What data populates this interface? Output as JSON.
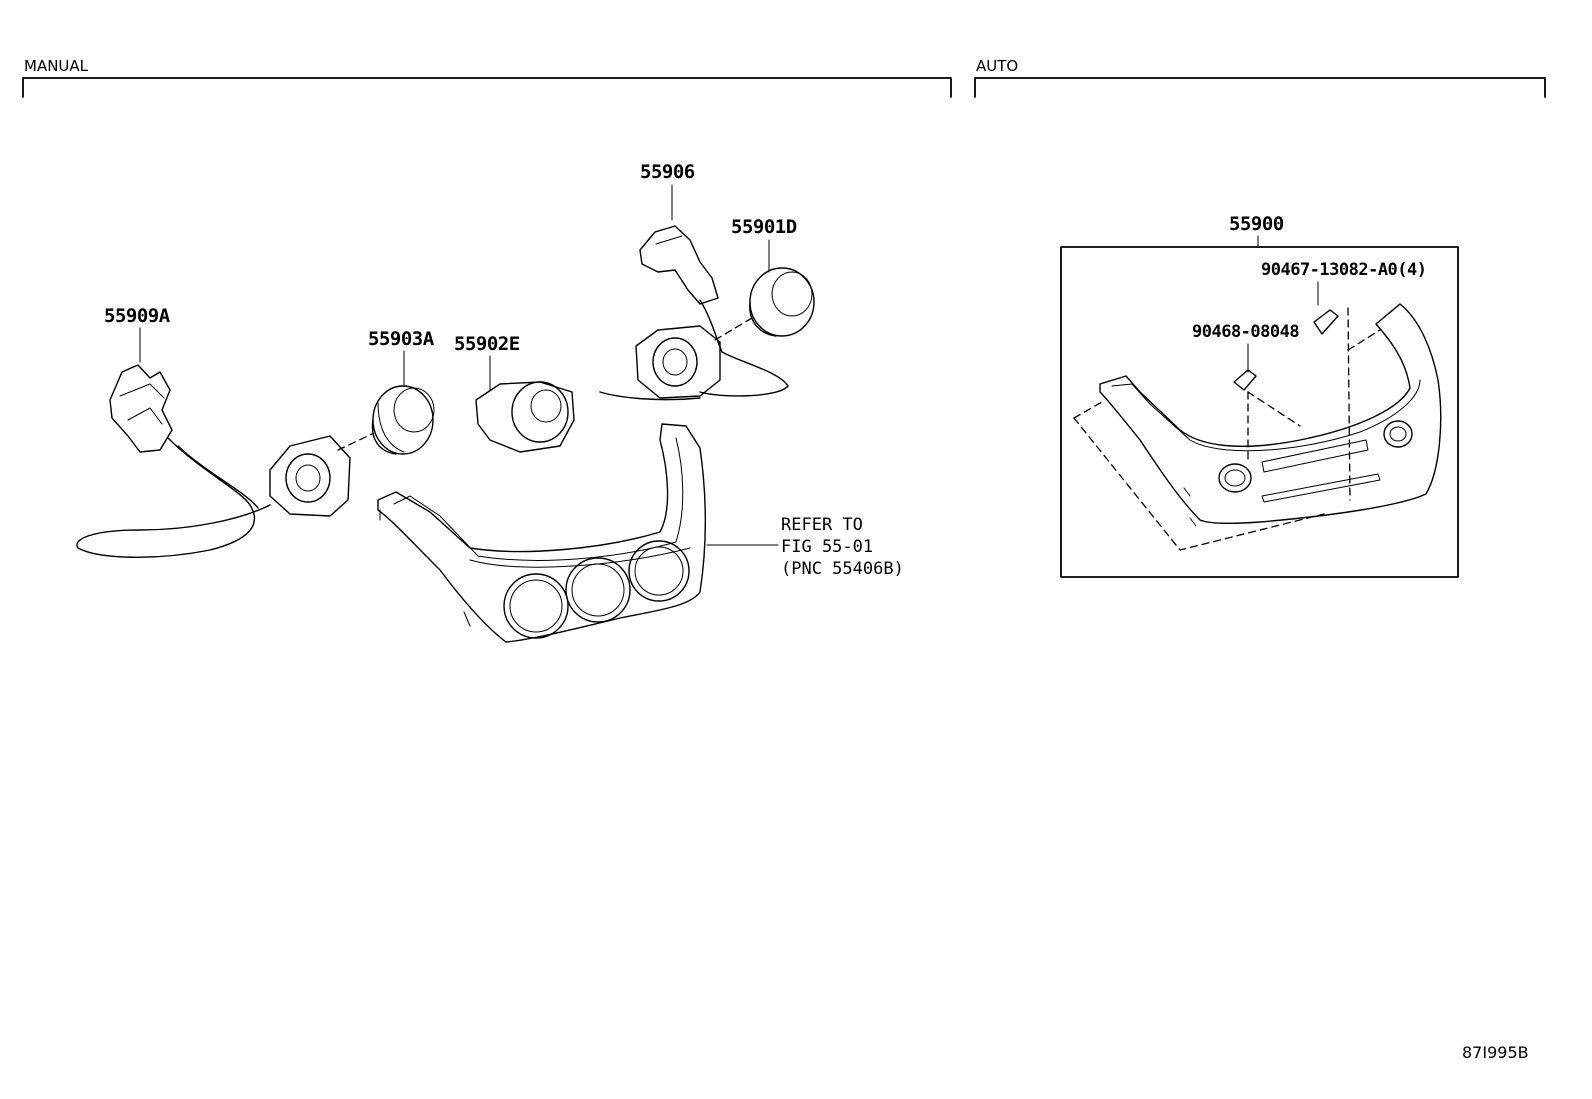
{
  "sections": {
    "manual": {
      "title": "MANUAL"
    },
    "auto": {
      "title": "AUTO"
    }
  },
  "parts": {
    "p55906": "55906",
    "p55901D": "55901D",
    "p55909A": "55909A",
    "p55903A": "55903A",
    "p55902E": "55902E",
    "p55900": "55900",
    "p90467": "90467-13082-A0(4)",
    "p90468": "90468-08048"
  },
  "note": {
    "line1": "REFER TO",
    "line2": "FIG 55-01",
    "line3": "(PNC 55406B)"
  },
  "drawing_id": "87I995B"
}
